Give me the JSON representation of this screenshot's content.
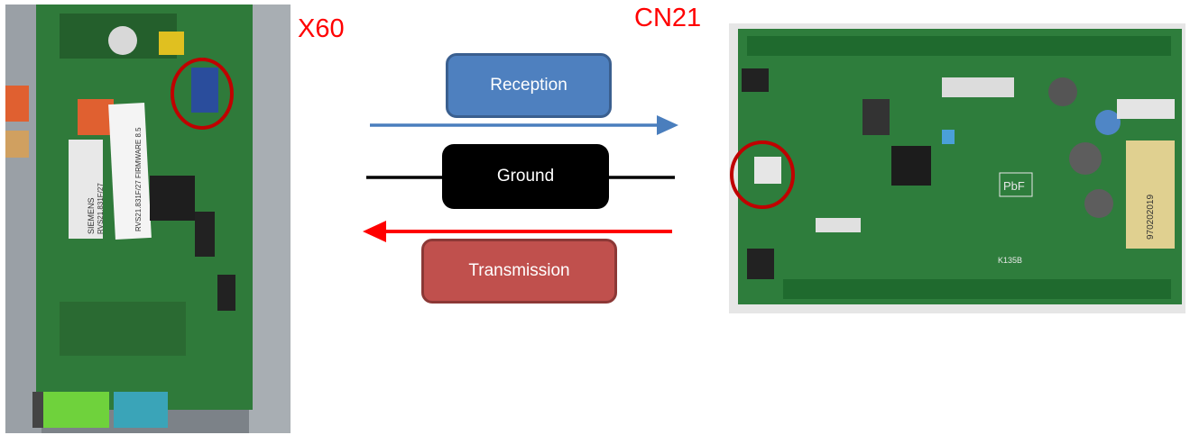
{
  "labels": {
    "left_connector": "X60",
    "right_connector": "CN21"
  },
  "signals": {
    "reception": "Reception",
    "ground": "Ground",
    "transmission": "Transmission"
  },
  "colors": {
    "connector_label": "#ff0000",
    "reception_box": "#4e80bf",
    "reception_arrow": "#4a7ebd",
    "ground_box": "#000000",
    "transmission_box": "#c0504d",
    "transmission_arrow": "#ff0000",
    "pcb_green": "#2f7a3a",
    "highlight_circle": "#c00000"
  },
  "photos": {
    "left": {
      "chip_text": [
        "SIEMENS",
        "RVS21.831F/27",
        "RVS21.831F/27 FIRMWARE 8.5"
      ]
    },
    "right": {
      "chip_text": [
        "PbF",
        "K135B",
        "970202019"
      ]
    }
  }
}
